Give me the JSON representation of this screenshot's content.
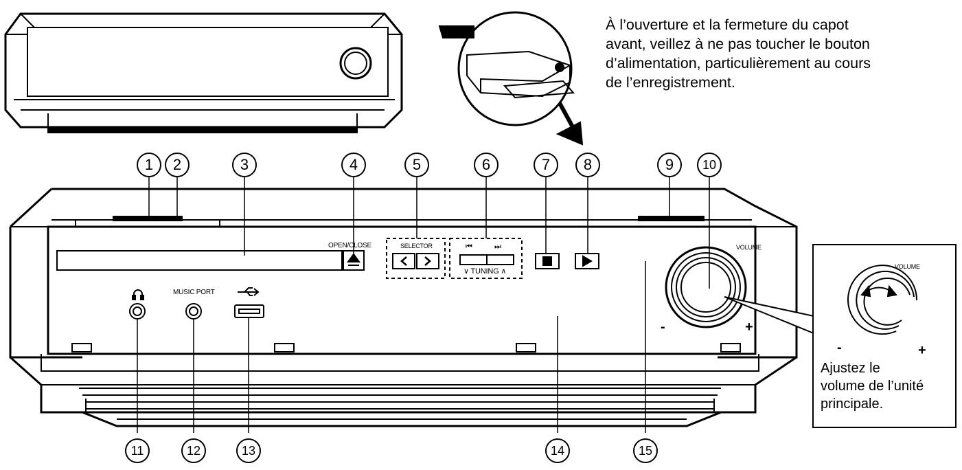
{
  "note": {
    "lines": [
      "À l’ouverture et la fermeture du capot",
      "avant, veillez à ne pas toucher le bouton",
      "d’alimentation, particulièrement au cours",
      "de l’enregistrement."
    ]
  },
  "callouts": [
    "1",
    "2",
    "3",
    "4",
    "5",
    "6",
    "7",
    "8",
    "9",
    "10",
    "11",
    "12",
    "13",
    "14",
    "15"
  ],
  "labels": {
    "open_close": "OPEN/CLOSE",
    "selector": "SELECTOR",
    "tuning": "∨ TUNING ∧",
    "prev": "⏮",
    "next": "⏭",
    "volume": "VOLUME",
    "music_port": "MUSIC PORT",
    "minus": "-",
    "plus": "+"
  },
  "inset": {
    "volume": "VOLUME",
    "minus": "-",
    "plus": "+",
    "caption_lines": [
      "Ajustez le",
      "volume de l’unité",
      "principale."
    ]
  }
}
